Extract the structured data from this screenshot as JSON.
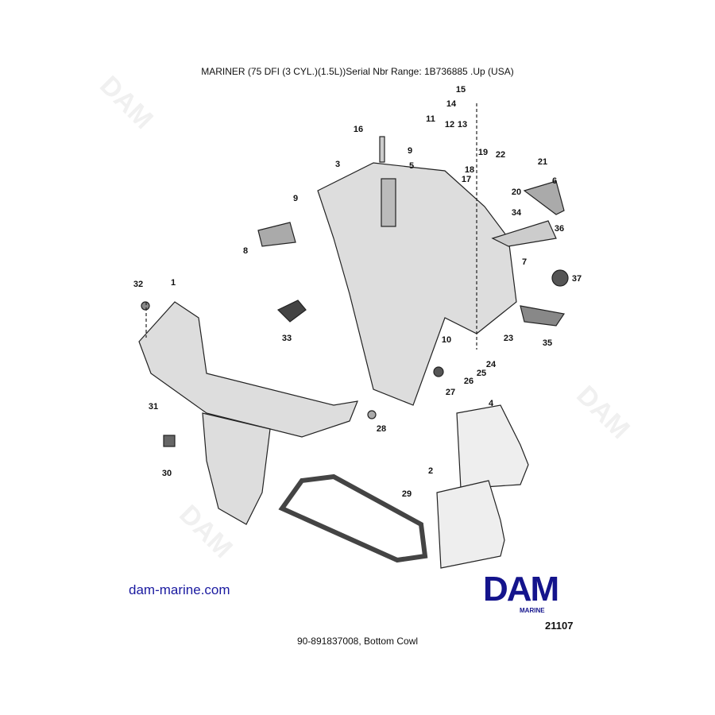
{
  "header": {
    "title": "MARINER (75 DFI (3 CYL.)(1.5L))Serial Nbr Range: 1B736885 .Up (USA)"
  },
  "footer": {
    "caption": "90-891837008, Bottom Cowl",
    "website": "dam-marine.com",
    "figure_number": "21107"
  },
  "logo": {
    "text": "DAM",
    "subtext": "MARINE",
    "color": "#14148c"
  },
  "watermark": "DAM",
  "callouts": [
    "15",
    "14",
    "11",
    "12",
    "13",
    "16",
    "9",
    "5",
    "19",
    "22",
    "21",
    "18",
    "17",
    "3",
    "6",
    "20",
    "9",
    "34",
    "36",
    "8",
    "7",
    "37",
    "32",
    "1",
    "33",
    "10",
    "23",
    "35",
    "24",
    "25",
    "26",
    "27",
    "31",
    "28",
    "4",
    "30",
    "2",
    "29"
  ]
}
